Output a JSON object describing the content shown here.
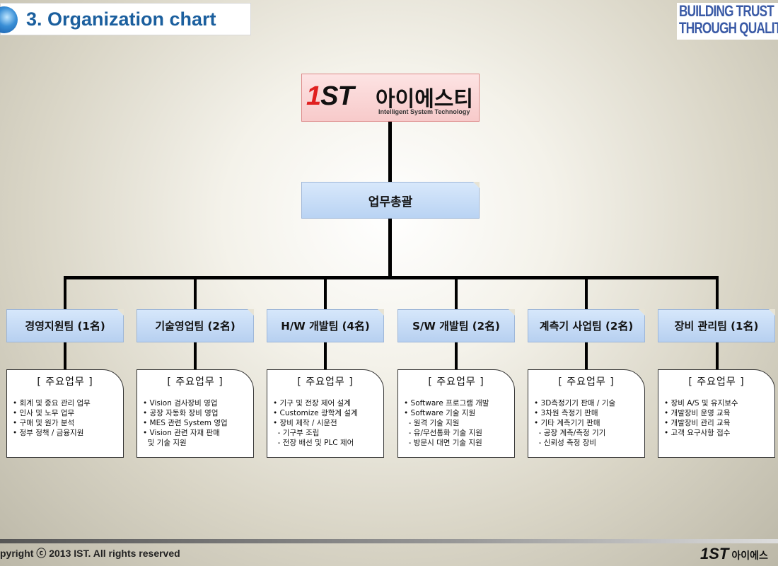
{
  "header": {
    "title": "3. Organization  chart",
    "slogan_line1": "BUILDING TRUST",
    "slogan_line2": "THROUGH QUALITY"
  },
  "logo": {
    "mark_one": "1",
    "mark_st": "ST",
    "korean_name": "아이에스티",
    "english_name": "Intelligent System Technology"
  },
  "hq": {
    "label": "업무총괄"
  },
  "teams": [
    {
      "name": "경영지원팀 (1名)",
      "duty_title": "[ 주요업무 ]",
      "duties": [
        "• 회계 및 중요 관리 업무",
        "• 인사 및 노무 업무",
        "• 구매 및 원가 분석",
        "• 정부 정책 / 금융지원"
      ]
    },
    {
      "name": "기술영업팀 (2名)",
      "duty_title": "[ 주요업무 ]",
      "duties": [
        "• Vision 검사장비 영업",
        "• 공장 자동화 장비 영업",
        "• MES 관련 System 영업",
        "• Vision 관련 자재 판매",
        "  및 기술 지원"
      ]
    },
    {
      "name": "H/W 개발팀 (4名)",
      "duty_title": "[ 주요업무 ]",
      "duties": [
        "• 기구 및 전장 제어 설계",
        "• Customize 광학계 설계",
        "• 장비 제작 / 시운전",
        "  - 기구부 조립",
        "  - 전장 배선 및 PLC 제어"
      ]
    },
    {
      "name": "S/W 개발팀 (2名)",
      "duty_title": "[ 주요업무 ]",
      "duties": [
        "• Software 프로그램 개발",
        "• Software 기술 지원",
        "  - 원격 기술 지원",
        "  - 유/무선통화 기술 지원",
        "  - 방문시 대면 기술 지원"
      ]
    },
    {
      "name": "계측기 사업팀 (2名)",
      "duty_title": "[ 주요업무 ]",
      "duties": [
        "• 3D측정기기 판매 / 기술",
        "• 3차원 측정기 판매",
        "• 기타 계측기기 판매",
        "  - 공장 계측/측정 기기",
        "  - 신뢰성 측정 장비"
      ]
    },
    {
      "name": "장비 관리팀 (1名)",
      "duty_title": "[ 주요업무 ]",
      "duties": [
        "• 장비 A/S 및 유지보수",
        "• 개발장비 운영 교육",
        "• 개발장비 관리 교육",
        "• 고객 요구사항 접수"
      ]
    }
  ],
  "footer": {
    "copyright": "pyright ⓒ 2013 IST. All rights reserved",
    "logo_mark": "1ST",
    "logo_korean": "아이에스"
  }
}
